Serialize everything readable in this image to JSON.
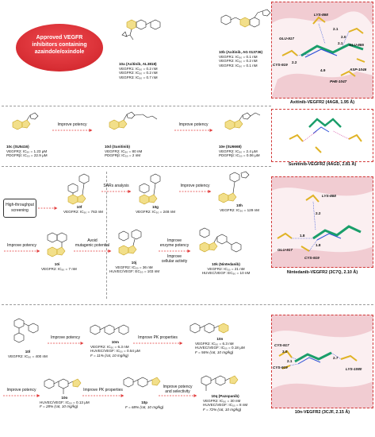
{
  "badge": {
    "line1": "Approved VEGFR",
    "line2": "inhibitors containing",
    "line3": "azaindole/oxindole",
    "color": "#e8323a"
  },
  "colors": {
    "arrow": "#e23b3b",
    "panel_border": "#d23a3a",
    "ring_yellow": "#e0b325",
    "ring_blue": "#2b4fd6",
    "ring_green": "#1a9e6a",
    "helix": "#e9b7bd"
  },
  "row1": {
    "c10a": {
      "name": "10a (Axitinib, AL3818)",
      "l1": "VEGFR1: IC₅₀ = 0.2 nM",
      "l2": "VEGFR2: IC₅₀ = 0.2 nM",
      "l3": "VEGFR3: IC₅₀ = 0.7 nM"
    },
    "c10b": {
      "name": "10b (Axitinib, AG 013736)",
      "l1": "VEGFR1: IC₅₀ = 0.1 nM",
      "l2": "VEGFR2: IC₅₀ = 0.2 nM",
      "l3": "VEGFR3: IC₅₀ = 0.1 nM"
    },
    "panel": {
      "caption": "Axitinib-VEGFR2 (4AG8, 1.95 Å)",
      "r1": "LYS-868",
      "r2": "GLU-917",
      "r3": "GLU-885",
      "r4": "CYS-919",
      "r5": "ASP-1046",
      "r6": "PHE-1047",
      "d1": "2.1",
      "d2": "2.0",
      "d3": "2.1",
      "d4": "2.2",
      "d5": "4.9"
    }
  },
  "row2": {
    "c10c": {
      "name": "10c (SU5416)",
      "l1": "VEGFR2: IC₅₀ = 1.23 μM",
      "l2": "PDGFRβ: IC₅₀ = 22.9 μM"
    },
    "arrow1": "Improve potency",
    "c10d": {
      "name": "10d (Sunitinib)",
      "l1": "VEGFR2: IC₅₀ = 80 nM",
      "l2": "PDGFRβ: IC₅₀ = 2 nM"
    },
    "arrow2": "Improve potency",
    "c10e": {
      "name": "10e (SU6668)",
      "l1": "VEGFR2: IC₅₀ = 2.4 μM",
      "l2": "PDGFRβ: IC₅₀ = 0.06 μM"
    },
    "panel": {
      "caption": "Sunitinib-VEGFR2 (4AGD, 2.81 Å)"
    }
  },
  "row3": {
    "hts": "High-throughput screening",
    "c10f": {
      "name": "10f",
      "l1": "VEGFR2: IC₅₀ = 763 nM"
    },
    "arrow_sar": "SARs analysis",
    "c10g": {
      "name": "10g",
      "l1": "VEGFR2: IC₅₀ = 248 nM"
    },
    "arrow_ip1": "Improve potency",
    "c10h": {
      "name": "10h",
      "l1": "VEGFR2: IC₅₀ = 129 nM"
    },
    "arrow_ip2": "Improve potency",
    "c10i": {
      "name": "10i",
      "l1": "VEGFR2: IC₅₀ = 7 nM"
    },
    "arrow_mut1": "Avoid",
    "arrow_mut2": "mutagenic potential",
    "c10j": {
      "name": "10j",
      "l1": "VEGFR2: IC₅₀ = 36 nM",
      "l2": "HUVEC/VEGF: EC₅₀ = 103 nM"
    },
    "arrow_enz1": "Improve",
    "arrow_enz2": "enzyme potency",
    "arrow_enz3": "Improve",
    "arrow_enz4": "cellular activity",
    "c10k": {
      "name": "10k (Nintedanib)",
      "l1": "VEGFR2: IC₅₀ = 21 nM",
      "l2": "HUVEC/VEGF: EC₅₀ = 10 nM"
    },
    "panel": {
      "caption": "Nintedanib-VEGFR2  (3C7Q, 2.10 Å)",
      "r1": "LYS-868",
      "r2": "GLU-917",
      "r3": "CYS-919",
      "d1": "2.2",
      "d2": "1.8",
      "d3": "1.8"
    }
  },
  "row4": {
    "c10l": {
      "name": "10l",
      "l1": "VEGFR2: IC₅₀ = 400 nM"
    },
    "arrow_ip": "Improve potency",
    "c10m": {
      "name": "10m",
      "l1": "VEGFR2: IC₅₀ = 6.3 nM",
      "l2": "HUVEC/VEGF: IC₅₀ = 0.54 μM",
      "l3": "F = 11% (rat, 10 mg/kg)"
    },
    "arrow_pk": "Improve PK properties",
    "c10n": {
      "name": "10n",
      "l1": "VEGFR2: IC₅₀ = 6.3 nM",
      "l2": "HUVEC/VEGF: IC₅₀ = 0.18 μM",
      "l3": "F = 56% (rat, 10 mg/kg)"
    },
    "arrow_ip2": "Improve potency",
    "c10o": {
      "name": "10o",
      "l1": "HUVEC/VEGF: IC₅₀ = 0.13 μM",
      "l2": "F = 28% (rat, 10 mg/kg)"
    },
    "arrow_pk2": "Improve PK properties",
    "c10p": {
      "name": "10p",
      "l1": "F = 68% (rat, 10 mg/kg)"
    },
    "arrow_ps1": "Improve potency",
    "arrow_ps2": "and selectivity",
    "c10q": {
      "name": "10q (Pazopanib)",
      "l1": "VEGFR2: IC₅₀ = 30 nM",
      "l2": "HUVEC/VEGF: IC₅₀ = 8 nM",
      "l3": "F = 72% (rat, 10 mg/kg)"
    },
    "panel": {
      "caption": "10n-VEGFR2  (3CJF, 2.15 Å)",
      "r1": "CYS-917",
      "r2": "CYS-919",
      "r3": "LYS-1080",
      "d1": "3.0",
      "d2": "2.1",
      "d3": "2.7"
    }
  }
}
